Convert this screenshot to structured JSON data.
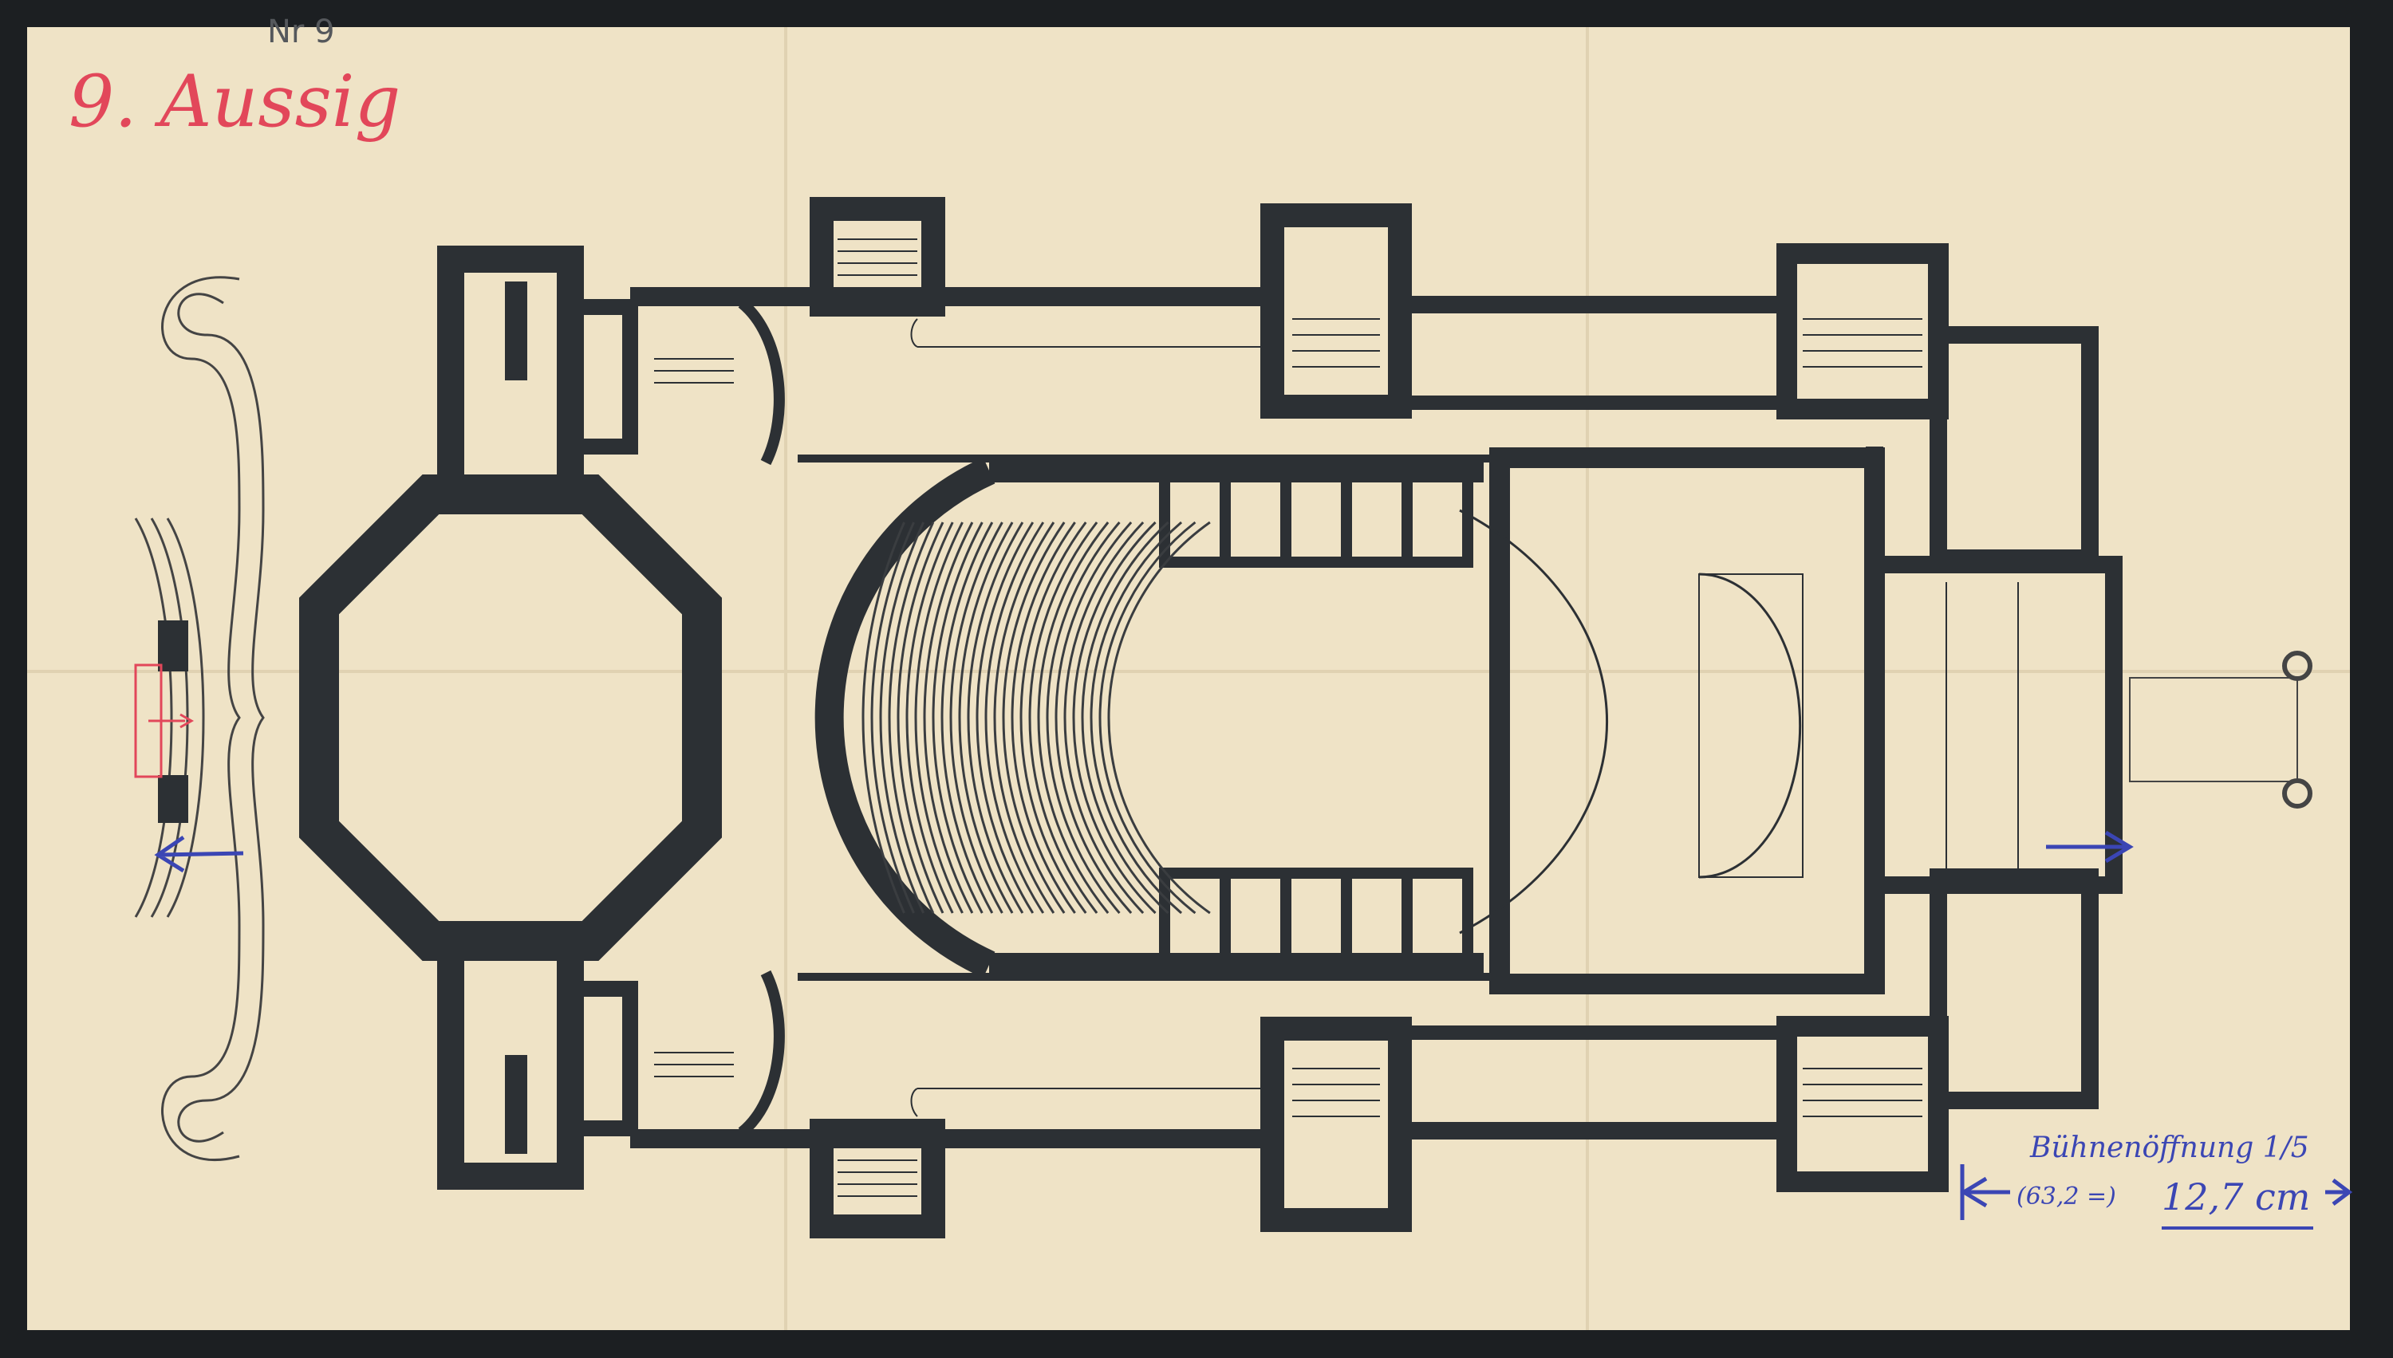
{
  "sheet": {
    "title_annotation": "9. Aussig",
    "number_label": "Nr 9"
  },
  "measurement_note": {
    "label": "Bühnenöffnung 1/5",
    "original_value": "(63,2 =)",
    "scaled_value": "12,7 cm"
  },
  "colors": {
    "paper": "#efe3c6",
    "walls": "#2c3034",
    "red_pencil": "#e2475a",
    "blue_pencil": "#3b46b4"
  }
}
